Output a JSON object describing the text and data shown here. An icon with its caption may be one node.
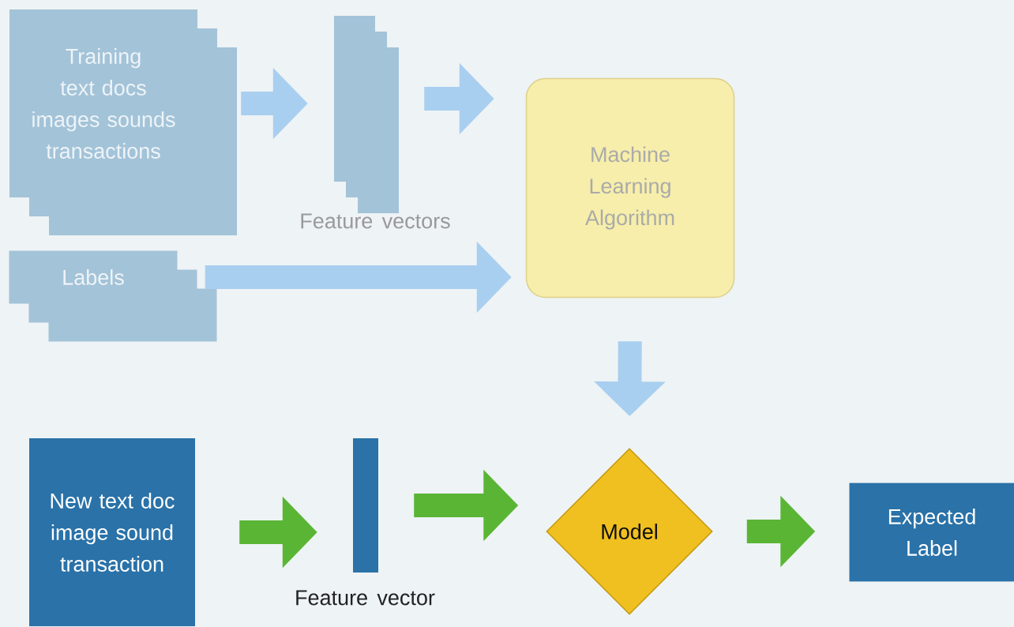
{
  "diagram": {
    "nodes": [
      {
        "text": [
          "Training text docs images sounds transactions"
        ]
      },
      {
        "text": [],
        "shape": "bar",
        "beside": [
          "Feature vectors"
        ]
      },
      {
        "text": [
          "Labels"
        ]
      },
      {
        "text": [
          "Machine Learning Algorithm"
        ]
      },
      {
        "text": [
          "New text doc image sound transaction"
        ]
      },
      {
        "text": [],
        "shape": "bar",
        "beside": [
          "Feature vector"
        ]
      },
      {
        "text": [
          "Model"
        ]
      },
      {
        "text": [
          "Expected Label"
        ]
      }
    ],
    "edges": [
      {
        "from": 0,
        "to": 1,
        "arrow": "to"
      },
      {
        "from": 1,
        "to": 3,
        "arrow": "to"
      },
      {
        "from": 2,
        "to": 3,
        "arrow": "to"
      },
      {
        "from": 3,
        "to": 6,
        "arrow": "to"
      },
      {
        "from": 4,
        "to": 5,
        "arrow": "to",
        "color": "#5ab535"
      },
      {
        "from": 5,
        "to": 6,
        "arrow": "to",
        "color": "#5ab535"
      },
      {
        "from": 6,
        "to": 7,
        "arrow": "to",
        "color": "#5ab535"
      }
    ]
  }
}
